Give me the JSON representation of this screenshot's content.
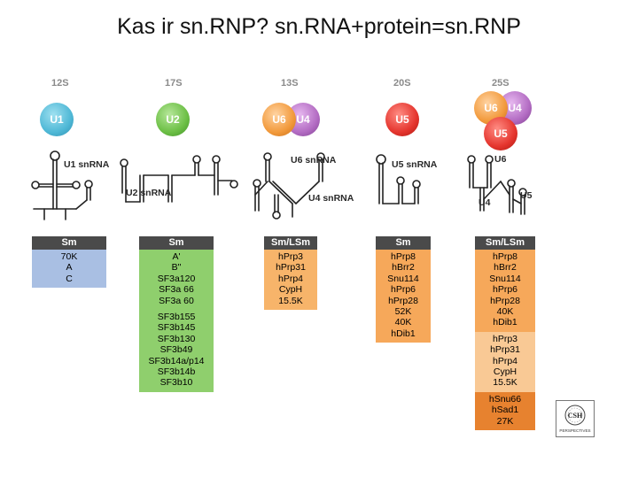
{
  "title": "Kas ir sn.RNP? sn.RNA+protein=sn.RNP",
  "colors": {
    "u1": "#4fb8d6",
    "u2": "#6cbf45",
    "u4": "#b36cc3",
    "u5": "#e5352e",
    "u6": "#f29a3c",
    "u1_box": "#a9bfe3",
    "u2_box": "#8fcf6d",
    "u46_box": "#f7b46a",
    "u5_box": "#f6a85a",
    "tri_box_2": "#f9c995",
    "tri_box_3": "#e7822f",
    "header": "#4a4a4a"
  },
  "snrnps": [
    {
      "sval": "12S",
      "particle": "U1",
      "rna_label": "U1 snRNA",
      "header": "Sm",
      "sections": [
        {
          "items": [
            "70K",
            "A",
            "C"
          ]
        }
      ]
    },
    {
      "sval": "17S",
      "particle": "U2",
      "rna_label": "U2 snRNA",
      "header": "Sm",
      "sections": [
        {
          "items": [
            "A'",
            "B\"",
            "SF3a120",
            "SF3a 66",
            "SF3a 60"
          ]
        },
        {
          "items": [
            "SF3b155",
            "SF3b145",
            "SF3b130",
            "SF3b49",
            "SF3b14a/p14",
            "SF3b14b",
            "SF3b10"
          ]
        }
      ]
    },
    {
      "sval": "13S",
      "particles": [
        "U6",
        "U4"
      ],
      "rna_labels": [
        "U6 snRNA",
        "U4 snRNA"
      ],
      "header": "Sm/LSm",
      "sections": [
        {
          "items": [
            "hPrp3",
            "hPrp31",
            "hPrp4",
            "CypH",
            "15.5K"
          ]
        }
      ]
    },
    {
      "sval": "20S",
      "particle": "U5",
      "rna_label": "U5 snRNA",
      "header": "Sm",
      "sections": [
        {
          "items": [
            "hPrp8",
            "hBrr2",
            "Snu114",
            "hPrp6",
            "hPrp28",
            "52K",
            "40K",
            "hDib1"
          ]
        }
      ]
    },
    {
      "sval": "25S",
      "particles": [
        "U6",
        "U4",
        "U5"
      ],
      "rna_labels": [
        "U6",
        "U5",
        "U4"
      ],
      "header": "Sm/LSm",
      "sections": [
        {
          "items": [
            "hPrp8",
            "hBrr2",
            "Snu114",
            "hPrp6",
            "hPrp28",
            "40K",
            "hDib1"
          ]
        },
        {
          "items": [
            "hPrp3",
            "hPrp31",
            "hPrp4",
            "CypH",
            "15.5K"
          ]
        },
        {
          "items": [
            "hSnu66",
            "hSad1",
            "27K"
          ]
        }
      ]
    }
  ],
  "logo": {
    "line1": "CSH",
    "line2": "PERSPECTIVES"
  }
}
